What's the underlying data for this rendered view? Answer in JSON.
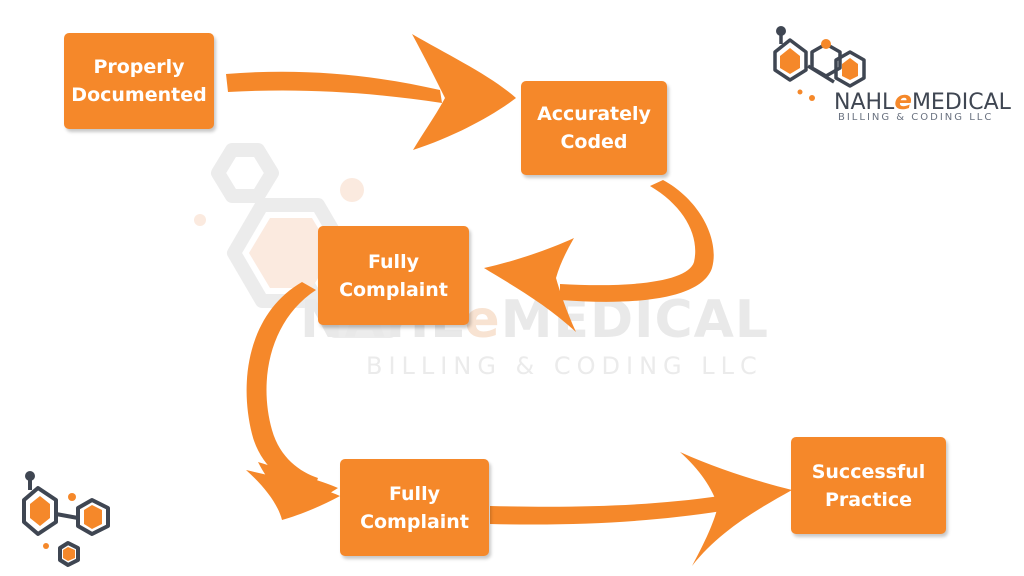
{
  "steps": [
    {
      "id": "s1",
      "lines": [
        "Properly",
        "Documented"
      ]
    },
    {
      "id": "s2",
      "lines": [
        "Accurately",
        "Coded"
      ]
    },
    {
      "id": "s3",
      "lines": [
        "Fully",
        "Complaint"
      ]
    },
    {
      "id": "s4",
      "lines": [
        "Fully",
        "Complaint"
      ]
    },
    {
      "id": "s5",
      "lines": [
        "Successful",
        "Practice"
      ]
    }
  ],
  "logo": {
    "name_left": "NAHL",
    "name_e": "e",
    "name_right": "MEDICAL",
    "tagline": "BILLING & CODING LLC"
  },
  "watermark": {
    "name_left": "NAHL",
    "name_e": "e",
    "name_right": "MEDICAL",
    "tagline": "BILLING & CODING LLC"
  },
  "colors": {
    "box": "#f5882a",
    "arrow": "#f5882a",
    "logo_dark": "#3f4652",
    "logo_accent": "#f5882a"
  }
}
